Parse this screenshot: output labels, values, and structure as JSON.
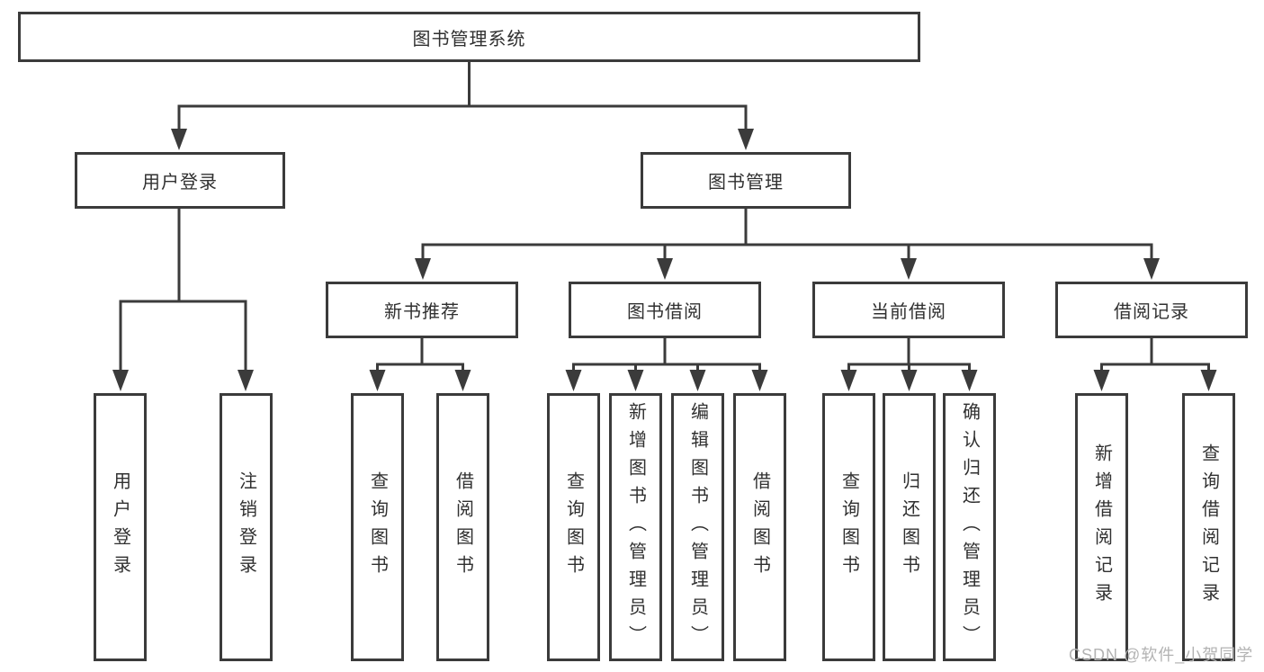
{
  "diagram": {
    "root": {
      "label": "图书管理系统"
    },
    "branches": [
      {
        "label": "用户登录",
        "children": [
          "用户登录",
          "注销登录"
        ]
      },
      {
        "label": "图书管理",
        "sections": [
          {
            "label": "新书推荐",
            "children": [
              "查询图书",
              "借阅图书"
            ]
          },
          {
            "label": "图书借阅",
            "children": [
              "查询图书",
              "新增图书（管理员）",
              "编辑图书（管理员）",
              "借阅图书"
            ]
          },
          {
            "label": "当前借阅",
            "children": [
              "查询图书",
              "归还图书",
              "确认归还（管理员）"
            ]
          },
          {
            "label": "借阅记录",
            "children": [
              "新增借阅记录",
              "查询借阅记录"
            ]
          }
        ]
      }
    ]
  },
  "colors": {
    "line": "#3b3b3b",
    "text": "#303030",
    "watermark": "#b3b3b3",
    "background": "#ffffff"
  },
  "watermark": {
    "text": "CSDN @软件_小贺同学"
  }
}
